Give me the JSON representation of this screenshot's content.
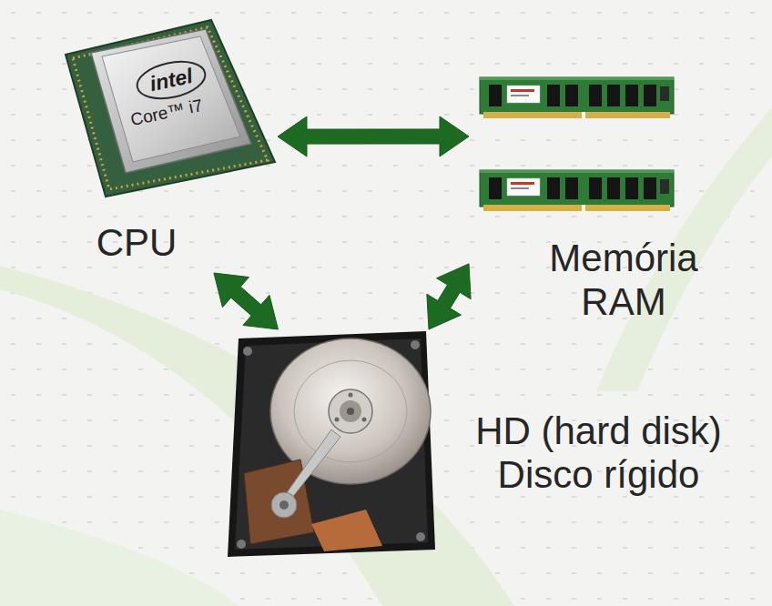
{
  "diagram": {
    "nodes": [
      {
        "text": [
          "CPU"
        ]
      },
      {
        "text": [
          "Memória RAM"
        ]
      },
      {
        "text": [
          "HD (hard disk) Disco rígido"
        ]
      }
    ],
    "edges": [
      {
        "from": 0,
        "to": 1,
        "arrow": "both"
      },
      {
        "from": 0,
        "to": 2,
        "arrow": "both"
      },
      {
        "from": 1,
        "to": 2,
        "arrow": "both"
      }
    ],
    "labels": [
      "intel",
      "Core™ i7"
    ]
  }
}
